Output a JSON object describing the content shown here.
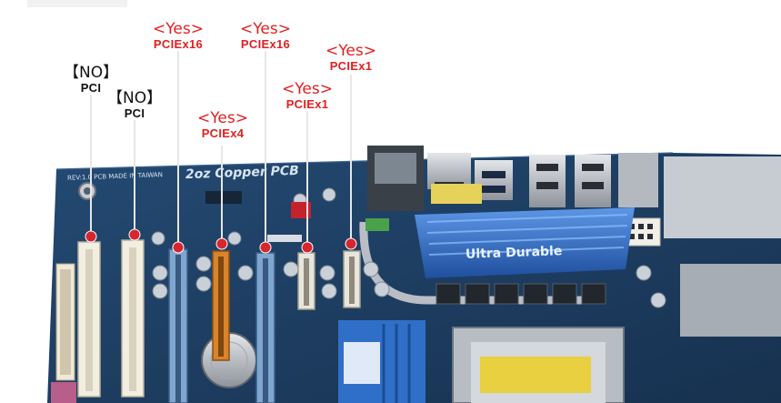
{
  "background": "#ffffff",
  "colors": {
    "yes_red": "#e02020",
    "no_black": "#111111",
    "pcb_blue": "#1c3d63",
    "pci_slot": "#f2eee2",
    "pcie_x16_slot": "#7fa6cf",
    "pcie_x4_slot": "#d9842b",
    "pcie_x1_slot": "#e8e6dc",
    "heatsink_blue": "#2f6fc8"
  },
  "callouts": [
    {
      "status": "【NO】",
      "slot": "PCI",
      "kind": "no"
    },
    {
      "status": "【NO】",
      "slot": "PCI",
      "kind": "no"
    },
    {
      "status": "<Yes>",
      "slot": "PCIEx16",
      "kind": "yes"
    },
    {
      "status": "<Yes>",
      "slot": "PCIEx4",
      "kind": "yes"
    },
    {
      "status": "<Yes>",
      "slot": "PCIEx16",
      "kind": "yes"
    },
    {
      "status": "<Yes>",
      "slot": "PCIEx1",
      "kind": "yes"
    },
    {
      "status": "<Yes>",
      "slot": "PCIEx1",
      "kind": "yes"
    }
  ],
  "board_print": {
    "banner": "2oz Copper PCB",
    "revision": "REV:1.0 PCB MADE IN TAIWAN",
    "heatsink_logo": "Ultra Durable"
  }
}
